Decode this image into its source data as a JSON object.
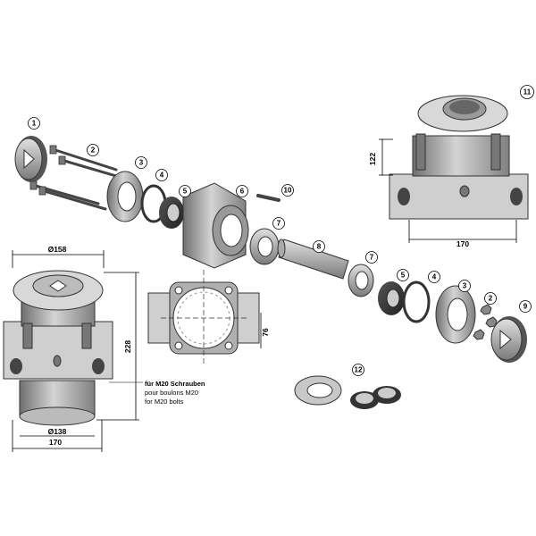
{
  "part_numbers": [
    "1",
    "2",
    "3",
    "4",
    "5",
    "6",
    "10",
    "7",
    "8",
    "7",
    "5",
    "4",
    "3",
    "2",
    "9",
    "11",
    "12"
  ],
  "dimensions": {
    "left_top_diameter": "Ø158",
    "left_height": "228",
    "left_bottom_diameter": "Ø138",
    "left_width": "170",
    "center_height": "76",
    "right_height": "122",
    "right_width": "170"
  },
  "note": {
    "de": "für M20 Schrauben",
    "fr": "pour boulons M20",
    "en": "for M20 bolts"
  }
}
